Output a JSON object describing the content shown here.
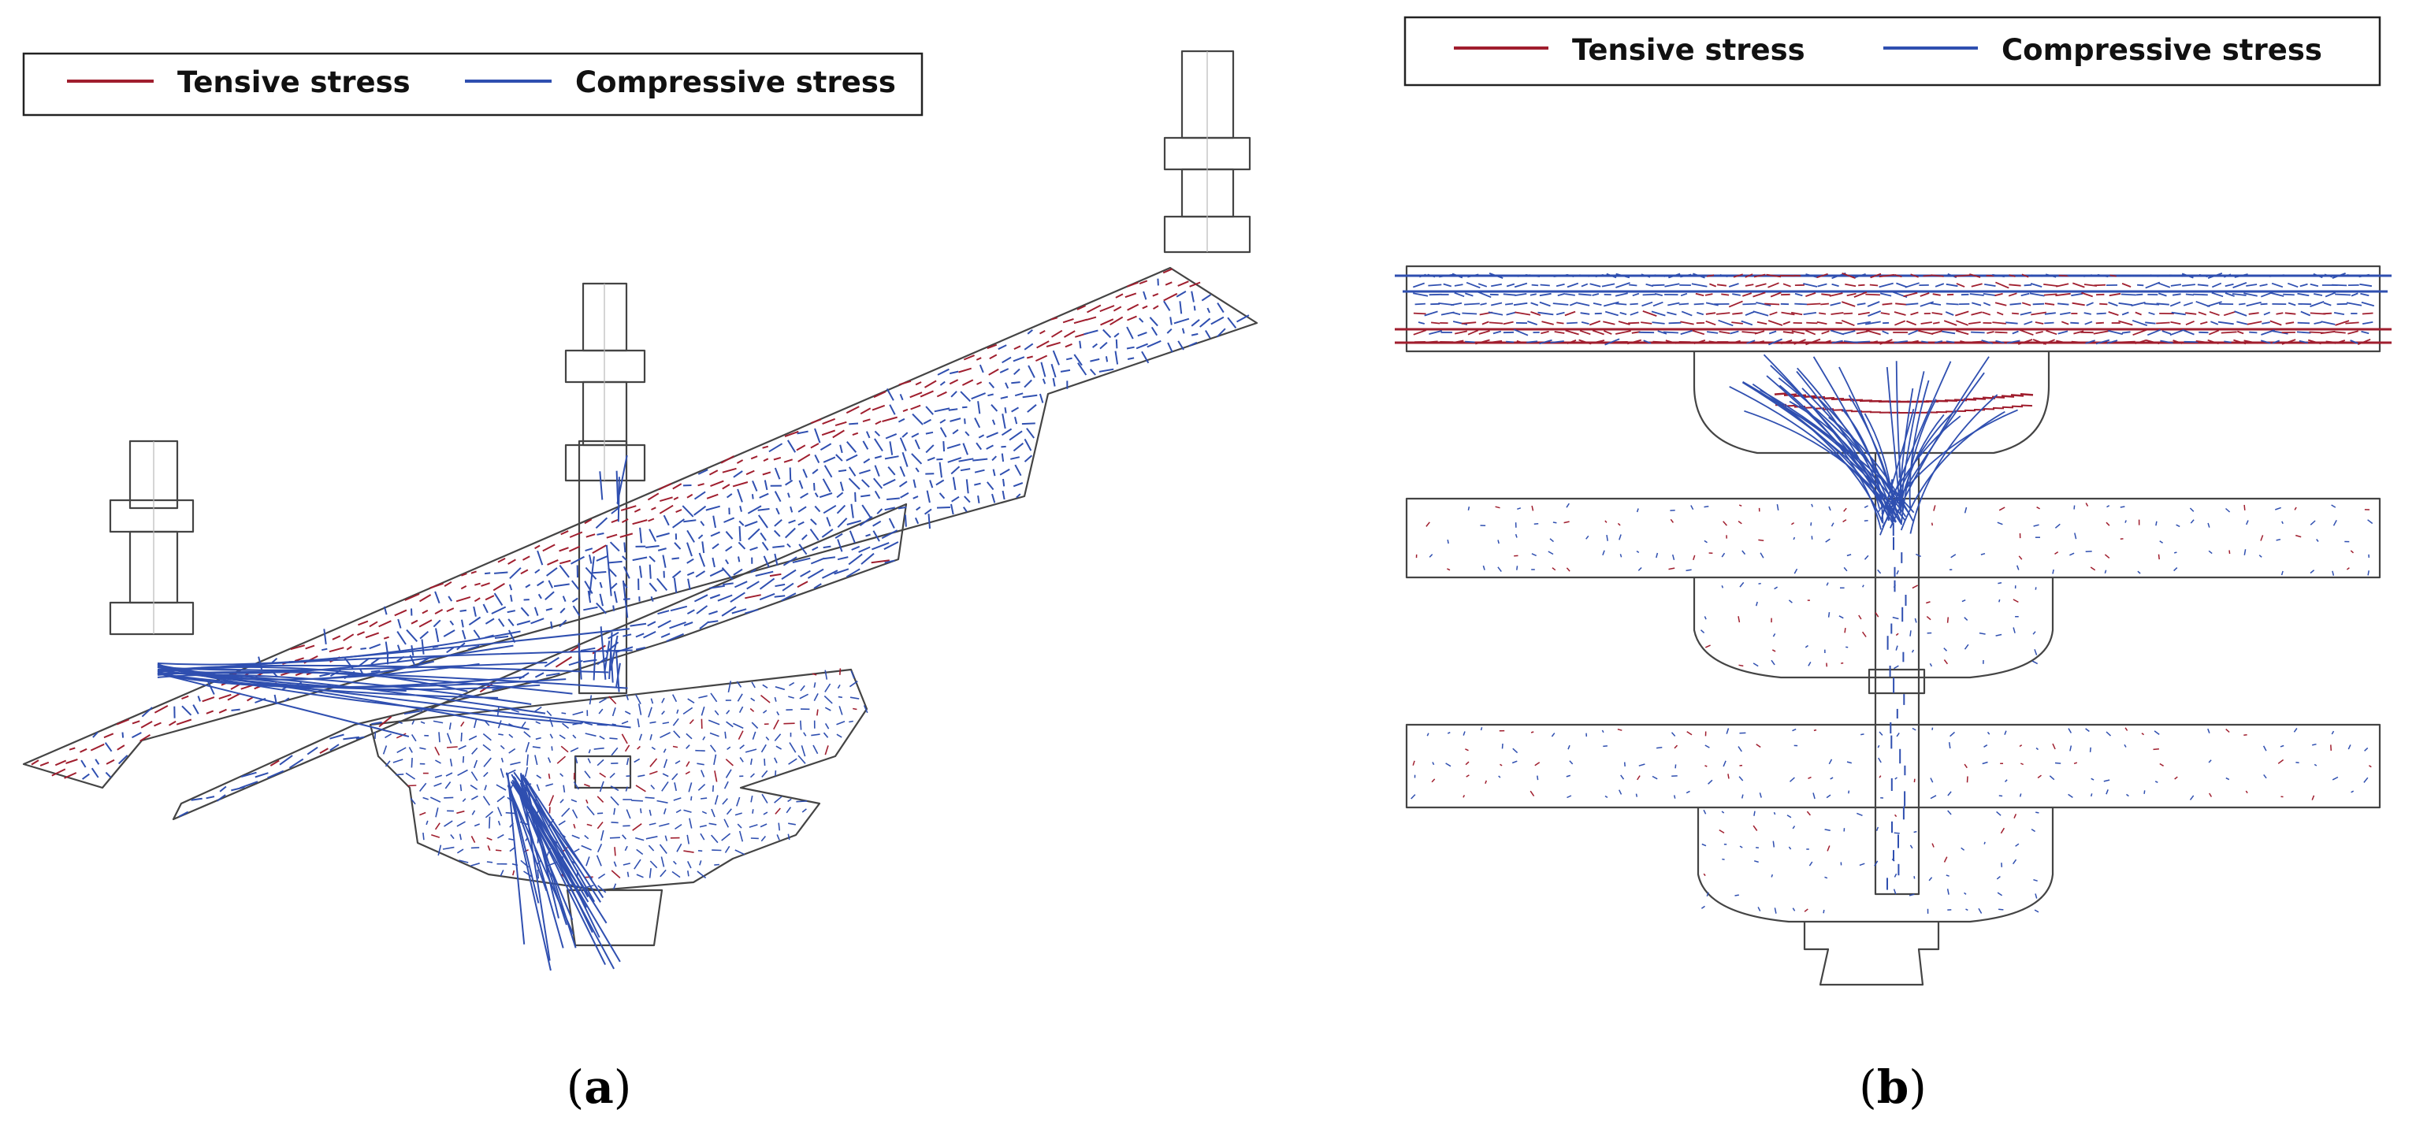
{
  "figure": {
    "colors": {
      "tensile": "#a01e2e",
      "compressive": "#2f4fb0",
      "outline": "#444444"
    },
    "panels": [
      {
        "id": "a",
        "caption_open": "(",
        "caption_letter": "a",
        "caption_close": ")",
        "legend": {
          "tensile_label": "Tensive stress",
          "compressive_label": "Compressive stress"
        }
      },
      {
        "id": "b",
        "caption_open": "(",
        "caption_letter": "b",
        "caption_close": ")",
        "legend": {
          "tensile_label": "Tensive stress",
          "compressive_label": "Compressive stress"
        }
      }
    ]
  }
}
